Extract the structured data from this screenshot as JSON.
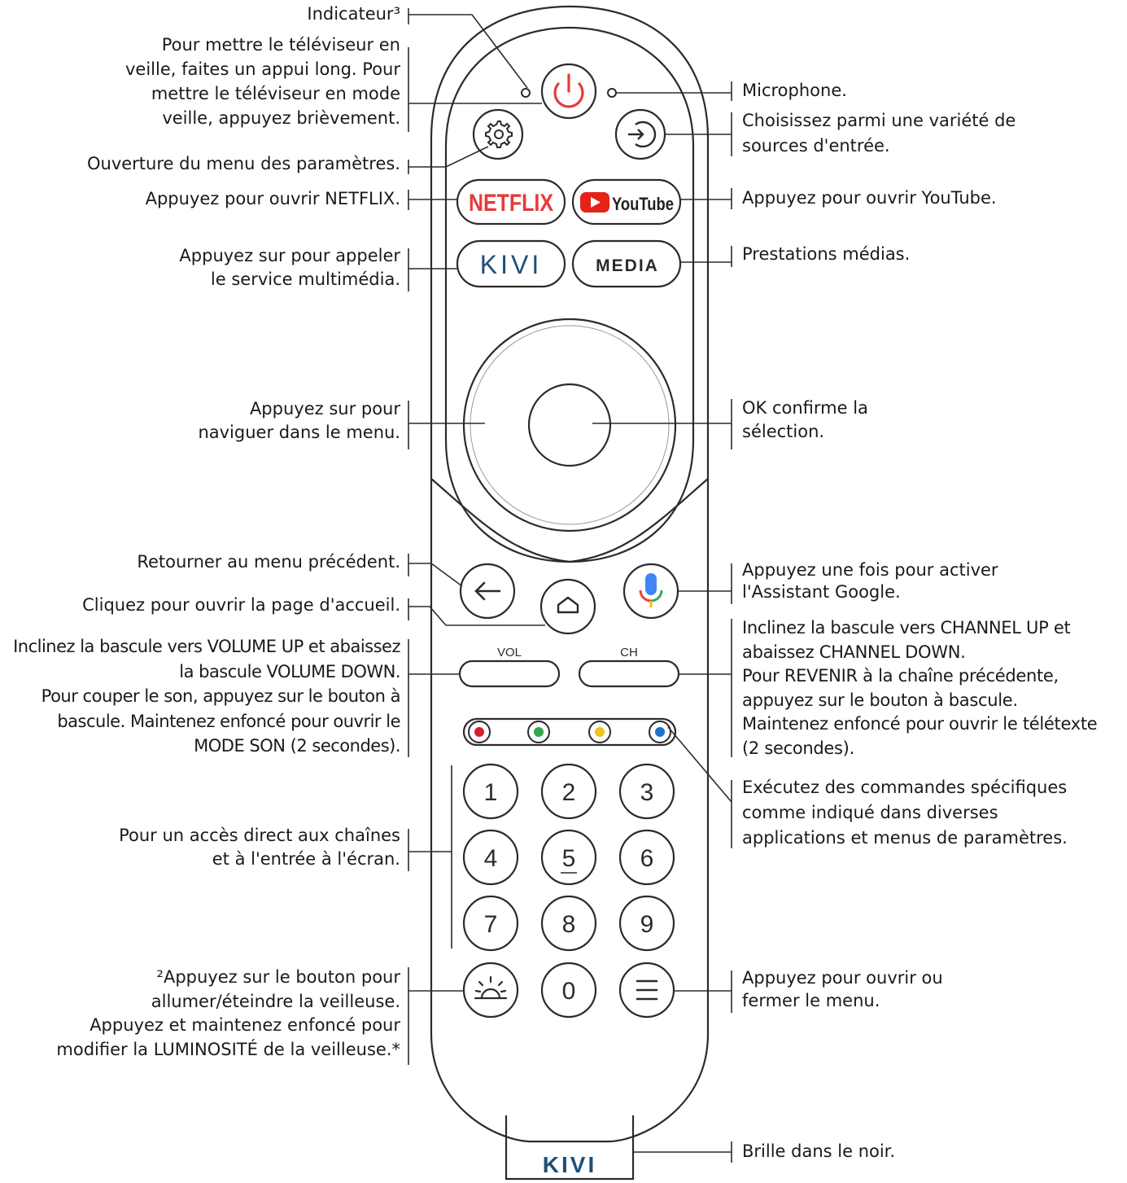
{
  "remote": {
    "buttons": {
      "netflix": "NETFLIX",
      "youtube": "YouTube",
      "kivi": "KIVI",
      "media": "MEDIA",
      "vol": "VOL",
      "ch": "CH",
      "numbers": [
        "1",
        "2",
        "3",
        "4",
        "5",
        "6",
        "7",
        "8",
        "9"
      ],
      "zero": "0",
      "brand": "KIVI"
    },
    "color_keys": [
      "#d4202f",
      "#2ea84a",
      "#f2c318",
      "#1a73c8"
    ],
    "accent_red": "#e63a3a"
  },
  "labels": {
    "indicator": [
      "Indicateur³"
    ],
    "power": [
      "Pour mettre le téléviseur en",
      "veille, faites un appui long. Pour",
      "mettre le téléviseur en mode",
      "veille, appuyez brièvement."
    ],
    "settings": [
      "Ouverture du menu des paramètres."
    ],
    "netflix": [
      "Appuyez pour ouvrir NETFLIX."
    ],
    "kivi": [
      "Appuyez sur pour appeler",
      "le service multimédia."
    ],
    "navigate": [
      "Appuyez sur pour",
      "naviguer dans le menu."
    ],
    "back": [
      "Retourner au menu précédent."
    ],
    "home": [
      "Cliquez pour ouvrir la page d'accueil."
    ],
    "volume": [
      "Inclinez la bascule vers VOLUME UP et abaissez",
      "la bascule VOLUME DOWN.",
      "Pour couper le son, appuyez sur le bouton à",
      "bascule. Maintenez enfoncé pour ouvrir le",
      "MODE SON (2 secondes)."
    ],
    "numbers": [
      "Pour un accès direct aux chaînes",
      "et à l'entrée à l'écran."
    ],
    "nightlight": [
      "²Appuyez sur le bouton pour",
      "allumer/éteindre la veilleuse.",
      "Appuyez et maintenez enfoncé pour",
      "modifier la LUMINOSITÉ de la veilleuse.*"
    ],
    "microphone": [
      "Microphone."
    ],
    "input": [
      "Choisissez parmi une variété de",
      "sources d'entrée."
    ],
    "youtube": [
      "Appuyez pour ouvrir YouTube."
    ],
    "media": [
      "Prestations médias."
    ],
    "ok": [
      "OK confirme la",
      "sélection."
    ],
    "assistant": [
      "Appuyez une fois pour activer",
      "l'Assistant Google."
    ],
    "channel": [
      "Inclinez la bascule vers CHANNEL UP et",
      "abaissez CHANNEL DOWN.",
      "Pour REVENIR à la chaîne précédente,",
      "appuyez sur le bouton à bascule.",
      "Maintenez enfoncé pour ouvrir le télétexte",
      "(2 secondes)."
    ],
    "color_keys": [
      "Exécutez des commandes spécifiques",
      "comme indiqué dans diverses",
      "applications et menus de paramètres."
    ],
    "menu": [
      "Appuyez pour ouvrir ou",
      "fermer le menu."
    ],
    "glow": [
      "Brille dans le noir."
    ]
  }
}
